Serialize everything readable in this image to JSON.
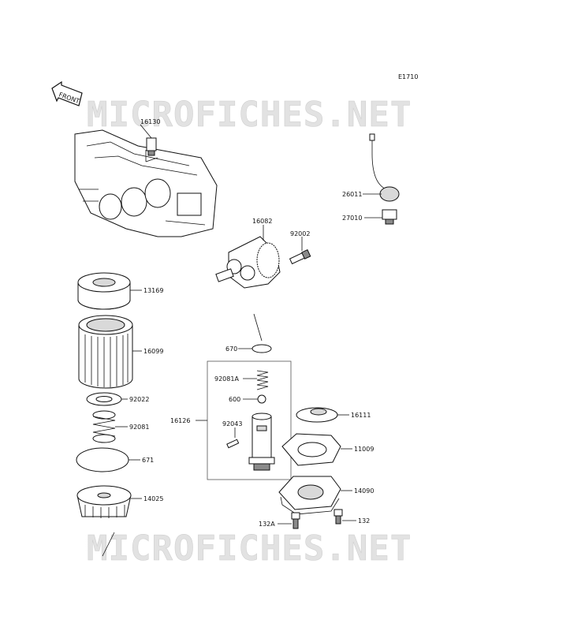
{
  "diagram_code": "E1710",
  "front_label": "FRONT",
  "watermark": "MICROFICHES.NET",
  "labels": {
    "p16130": "16130",
    "p26011": "26011",
    "p27010": "27010",
    "p16082": "16082",
    "p92002": "92002",
    "p13169": "13169",
    "p16099": "16099",
    "p670": "670",
    "p92081A": "92081A",
    "p600": "600",
    "p16126": "16126",
    "p92043": "92043",
    "p92022": "92022",
    "p92081": "92081",
    "p671": "671",
    "p14025": "14025",
    "p16111": "16111",
    "p11009": "11009",
    "p14090": "14090",
    "p132A": "132A",
    "p132": "132"
  },
  "colors": {
    "line": "#111111",
    "watermark": "#e2e2e2",
    "shade": "#d9d9d9"
  }
}
